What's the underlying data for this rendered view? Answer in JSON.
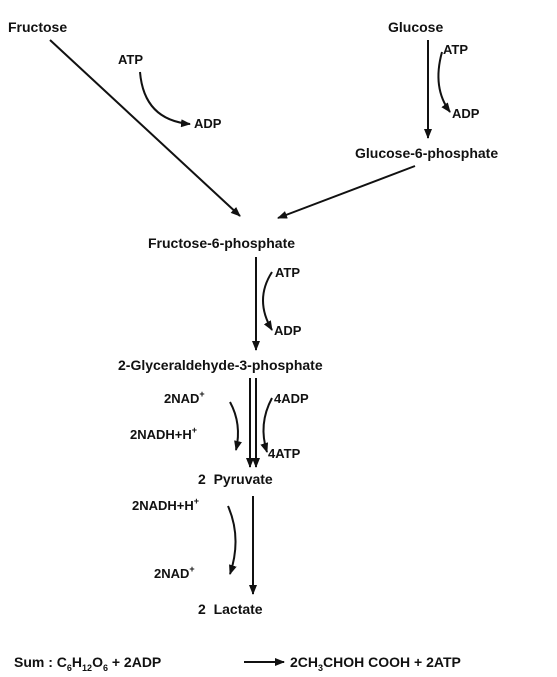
{
  "nodes": {
    "fructose": "Fructose",
    "glucose": "Glucose",
    "glucose_6_phosphate": "Glucose-6-phosphate",
    "fructose_6_phosphate": "Fructose-6-phosphate",
    "glyceraldehyde_3_phosphate": "2-Glyceraldehyde-3-phosphate",
    "pyruvate": "2  Pyruvate",
    "lactate": "2  Lactate"
  },
  "cofactors": {
    "atp_fructose": "ATP",
    "adp_fructose": "ADP",
    "atp_glucose": "ATP",
    "adp_glucose": "ADP",
    "atp_f6p": "ATP",
    "adp_f6p": "ADP",
    "nad_in": "2NAD",
    "nadh_out": "2NADH+H",
    "adp_4": "4ADP",
    "atp_4": "4ATP",
    "nadh_in": "2NADH+H",
    "nad_out": "2NAD",
    "superscript_plus": "+"
  },
  "sum": {
    "label": "Sum : ",
    "c": "C",
    "c_sub": "6",
    "h": "H",
    "h_sub": "12",
    "o": "O",
    "o_sub": "6",
    "reactant_rest": " + 2ADP",
    "product_a": "2CH",
    "product_sub": "3",
    "product_b": "CHOH COOH + 2ATP"
  }
}
